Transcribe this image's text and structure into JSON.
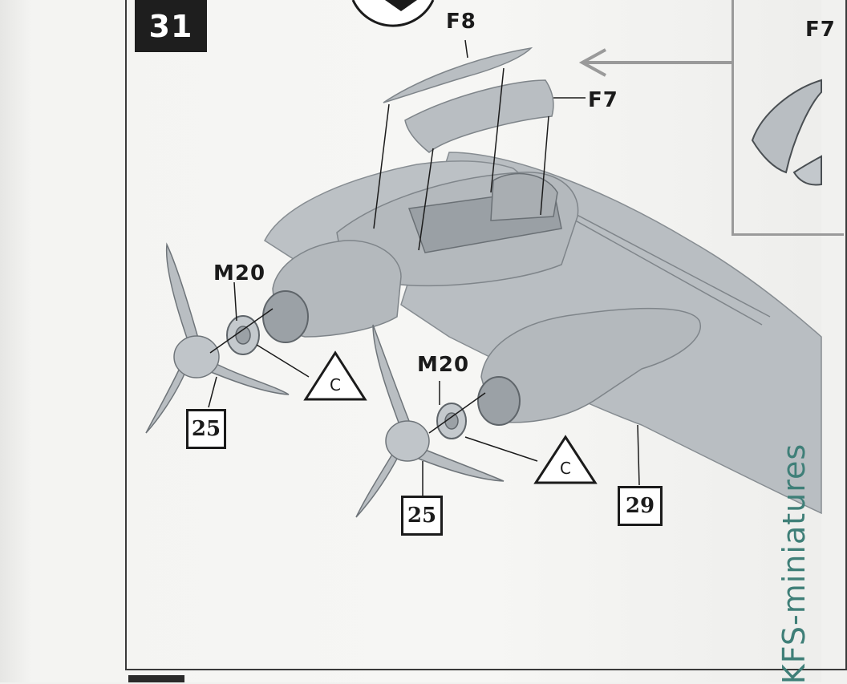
{
  "step": {
    "number": "31"
  },
  "callouts": {
    "f8": "F8",
    "f7": "F7",
    "inset_partial": "F7",
    "m20_left": "M20",
    "m20_right": "M20"
  },
  "color_codes": {
    "left_triangle": "C",
    "right_triangle": "C"
  },
  "paint_refs": {
    "prop_left": "25",
    "prop_right": "25",
    "wing": "29"
  },
  "watermark": {
    "text": "KFS-miniatures"
  },
  "colors": {
    "model_grey": "#b9bec2",
    "model_shadow": "#8f959a",
    "ink": "#1b1b1b",
    "watermark": "#3f7f78"
  }
}
